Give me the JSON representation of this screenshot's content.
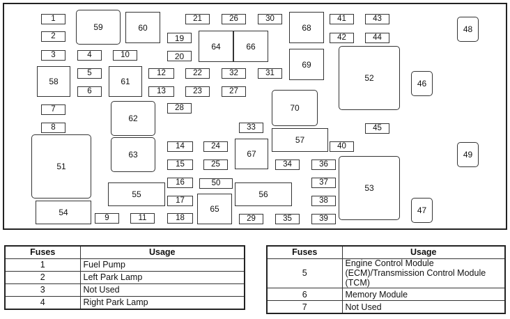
{
  "diagram": {
    "fuses": [
      "1",
      "2",
      "3",
      "4",
      "5",
      "6",
      "7",
      "8",
      "9",
      "10",
      "11",
      "12",
      "13",
      "14",
      "15",
      "16",
      "17",
      "18",
      "21",
      "22",
      "23",
      "24",
      "25",
      "26",
      "27",
      "28",
      "29",
      "30",
      "31",
      "32",
      "33",
      "34",
      "35",
      "36",
      "37",
      "38",
      "39",
      "40",
      "41",
      "42",
      "43",
      "44",
      "45",
      "50"
    ],
    "relays": [
      "19",
      "20",
      "46",
      "47",
      "48",
      "49",
      "51",
      "52",
      "53",
      "54",
      "55",
      "56",
      "57",
      "58",
      "59",
      "60",
      "61",
      "62",
      "63",
      "64",
      "65",
      "66",
      "67",
      "68",
      "69",
      "70"
    ]
  },
  "tables": [
    {
      "headers": [
        "Fuses",
        "Usage"
      ],
      "rows": [
        {
          "fuse": "1",
          "usage": "Fuel Pump"
        },
        {
          "fuse": "2",
          "usage": "Left Park Lamp"
        },
        {
          "fuse": "3",
          "usage": "Not Used"
        },
        {
          "fuse": "4",
          "usage": "Right Park Lamp"
        }
      ]
    },
    {
      "headers": [
        "Fuses",
        "Usage"
      ],
      "rows": [
        {
          "fuse": "5",
          "usage": "Engine Control Module (ECM)/Transmission Control Module (TCM)"
        },
        {
          "fuse": "6",
          "usage": "Memory Module"
        },
        {
          "fuse": "7",
          "usage": "Not Used"
        }
      ]
    }
  ]
}
